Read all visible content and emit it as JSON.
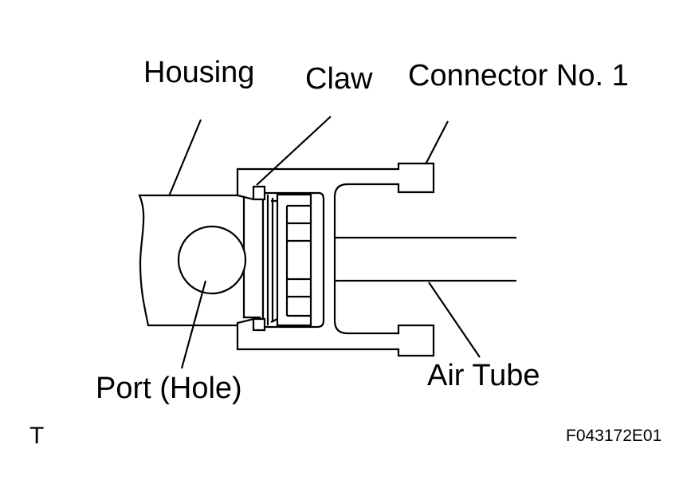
{
  "labels": {
    "housing": "Housing",
    "claw": "Claw",
    "connector": "Connector No. 1",
    "port": "Port (Hole)",
    "air_tube": "Air Tube"
  },
  "corner_mark": "T",
  "figure_code": "F043172E01",
  "colors": {
    "line": "#000000",
    "background": "#ffffff"
  }
}
